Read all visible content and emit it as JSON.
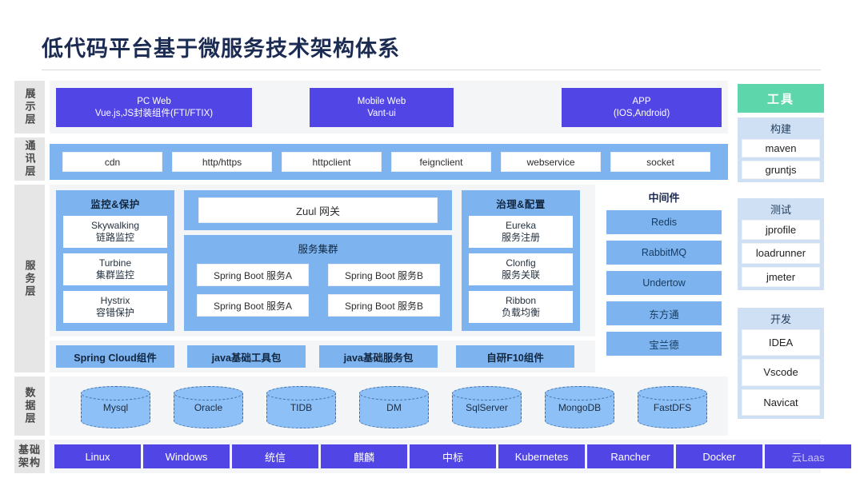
{
  "title": "低代码平台基于微服务技术架构体系",
  "layers": [
    {
      "name": "presentation",
      "label": "展示层"
    },
    {
      "name": "communication",
      "label": "通讯层"
    },
    {
      "name": "service",
      "label": "服务层"
    },
    {
      "name": "data",
      "label": "数据层"
    },
    {
      "name": "infrastructure",
      "label": "基础架构",
      "lines": [
        "基础",
        "架构"
      ]
    }
  ],
  "presentation": {
    "items": [
      {
        "line1": "PC Web",
        "line2": "Vue.js,JS封装组件(FTI/FTIX)"
      },
      {
        "line1": "Mobile Web",
        "line2": "Vant-ui"
      },
      {
        "line1": "APP",
        "line2": "(IOS,Android)"
      }
    ]
  },
  "communication": {
    "items": [
      "cdn",
      "http/https",
      "httpclient",
      "feignclient",
      "webservice",
      "socket"
    ]
  },
  "service": {
    "monitor_panel": {
      "title": "监控&保护",
      "items": [
        {
          "line1": "Skywalking",
          "line2": "链路监控"
        },
        {
          "line1": "Turbine",
          "line2": "集群监控"
        },
        {
          "line1": "Hystrix",
          "line2": "容错保护"
        }
      ]
    },
    "gateway": "Zuul 网关",
    "cluster": {
      "title": "服务集群",
      "items": [
        "Spring Boot 服务A",
        "Spring Boot 服务B",
        "Spring Boot 服务A",
        "Spring Boot 服务B"
      ]
    },
    "governance_panel": {
      "title": "治理&配置",
      "items": [
        {
          "line1": "Eureka",
          "line2": "服务注册"
        },
        {
          "line1": "Clonfig",
          "line2": "服务关联"
        },
        {
          "line1": "Ribbon",
          "line2": "负载均衡"
        }
      ]
    },
    "middleware": {
      "title": "中间件",
      "items": [
        "Redis",
        "RabbitMQ",
        "Undertow",
        "东方通",
        "宝兰德"
      ]
    },
    "components": [
      "Spring Cloud组件",
      "java基础工具包",
      "java基础服务包",
      "自研F10组件"
    ]
  },
  "data_layer": {
    "databases": [
      "Mysql",
      "Oracle",
      "TIDB",
      "DM",
      "SqlServer",
      "MongoDB",
      "FastDFS"
    ]
  },
  "infrastructure": {
    "items": [
      {
        "label": "Linux",
        "dim": false
      },
      {
        "label": "Windows",
        "dim": false
      },
      {
        "label": "统信",
        "dim": false
      },
      {
        "label": "麒麟",
        "dim": false
      },
      {
        "label": "中标",
        "dim": false
      },
      {
        "label": "Kubernetes",
        "dim": false
      },
      {
        "label": "Rancher",
        "dim": false
      },
      {
        "label": "Docker",
        "dim": false
      },
      {
        "label": "云Laas",
        "dim": true
      }
    ]
  },
  "tools": {
    "header": "工具",
    "groups": [
      {
        "title": "构建",
        "items": [
          "maven",
          "gruntjs"
        ]
      },
      {
        "title": "测试",
        "items": [
          "jprofile",
          "loadrunner",
          "jmeter"
        ]
      },
      {
        "title": "开发",
        "items": [
          "IDEA",
          "Vscode",
          "Navicat"
        ]
      }
    ]
  },
  "colors": {
    "purple": "#5145e5",
    "blue": "#7db4ef",
    "green": "#5ed6ab",
    "title": "#1b2b52",
    "layer_label_bg": "#e6e6e6"
  }
}
